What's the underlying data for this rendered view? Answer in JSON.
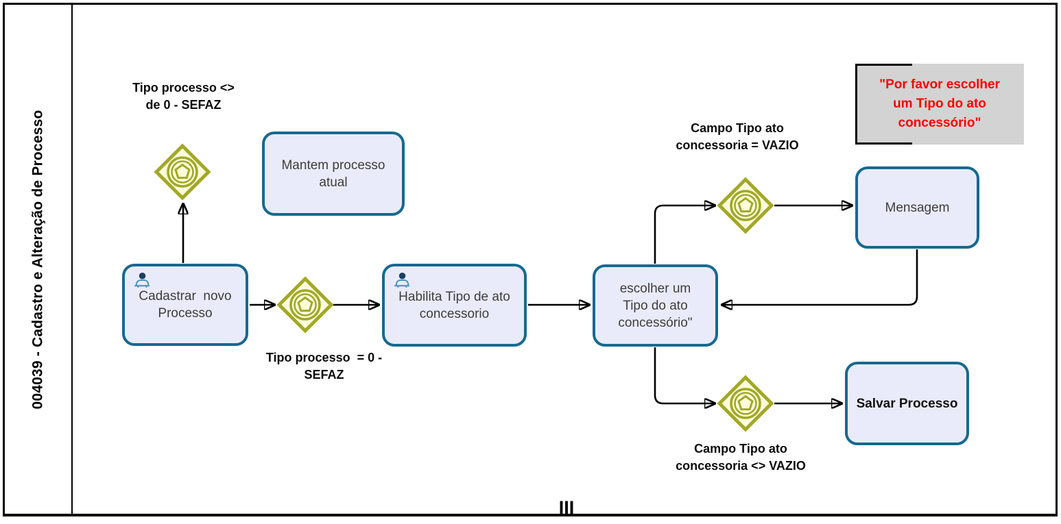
{
  "pool": {
    "id_label": "004039 - Cadastro e Alteração de Processo",
    "bottom_marker": "III"
  },
  "tasks": {
    "mantem": {
      "label": "Mantem processo\natual"
    },
    "cadastrar": {
      "label": "Cadastrar  novo\nProcesso"
    },
    "habilita": {
      "label": "Habilita Tipo de ato\nconcessorio"
    },
    "escolher": {
      "label": "escolher um\nTipo do ato\nconcessório\""
    },
    "mensagem": {
      "label": "Mensagem"
    },
    "salvar": {
      "label": "Salvar Processo"
    }
  },
  "gateway_labels": {
    "tipo_diff": "Tipo processo <>\nde 0 - SEFAZ",
    "tipo_eq": "Tipo processo  = 0 -\nSEFAZ",
    "campo_eq": "Campo Tipo ato\nconcessoria = VAZIO",
    "campo_diff": "Campo Tipo ato\nconcessoria <> VAZIO"
  },
  "annotation": {
    "text": "\"Por favor escolher\num Tipo do ato\nconcessório\""
  },
  "icons": {
    "gateway": "event-based-gateway-icon",
    "task_user": "user-icon"
  },
  "colors": {
    "task_border": "#17698F",
    "task_fill": "#E9EBFA",
    "gateway_border": "#A2A827",
    "gateway_fill": "#FCFCDC",
    "annotation_fill": "#D3D3D3",
    "annotation_text": "#FF0000",
    "connector": "#000000",
    "task_text": "#3D3D3D"
  }
}
